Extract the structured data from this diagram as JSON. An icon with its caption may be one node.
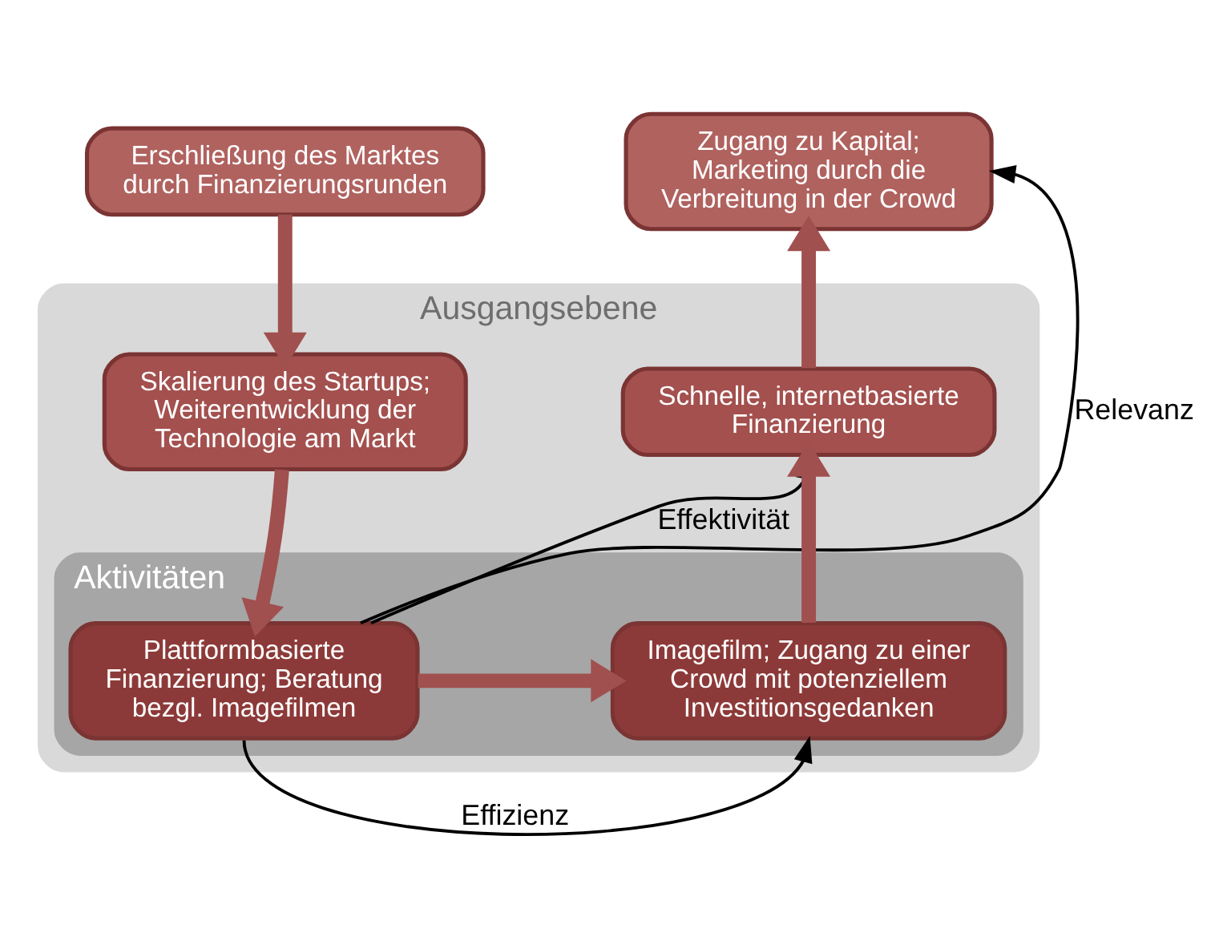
{
  "diagram": {
    "nodes": [
      {
        "text": [
          "Erschließung des Marktes durch Finanzierungsrunden"
        ]
      },
      {
        "text": [
          "Zugang zu Kapital; Marketing durch die Verbreitung in der Crowd"
        ]
      },
      {
        "text": [
          "Ausgangsebene"
        ]
      },
      {
        "text": [
          "Skalierung des Startups; Weiterentwicklung der Technologie am Markt"
        ],
        "in": 2
      },
      {
        "text": [
          "Schnelle, internetbasierte Finanzierung"
        ],
        "in": 2
      },
      {
        "text": [
          "Aktivitäten"
        ],
        "in": 2
      },
      {
        "text": [
          "Plattformbasierte Finanzierung; Beratung bezgl. Imagefilmen"
        ],
        "in": 5
      },
      {
        "text": [
          "Imagefilm; Zugang zu einer Crowd mit potenziellem Investitionsgedanken"
        ],
        "in": 5
      }
    ],
    "edges": [
      {
        "from": 0,
        "to": 3,
        "arrow": "to"
      },
      {
        "from": 3,
        "to": 6,
        "arrow": "to"
      },
      {
        "from": 6,
        "to": 7,
        "arrow": "to"
      },
      {
        "from": 7,
        "to": 4,
        "arrow": "to"
      },
      {
        "from": 4,
        "to": 1,
        "arrow": "to"
      },
      {
        "from": 6,
        "to": 7,
        "arrow": "to",
        "label": "Effizienz",
        "color": "#000000"
      },
      {
        "from": 6,
        "to": 4,
        "arrow": "to",
        "label": "Effektivität",
        "color": "#000000"
      },
      {
        "from": 6,
        "to": 1,
        "arrow": "to",
        "label": "Relevanz",
        "color": "#000000"
      }
    ]
  }
}
